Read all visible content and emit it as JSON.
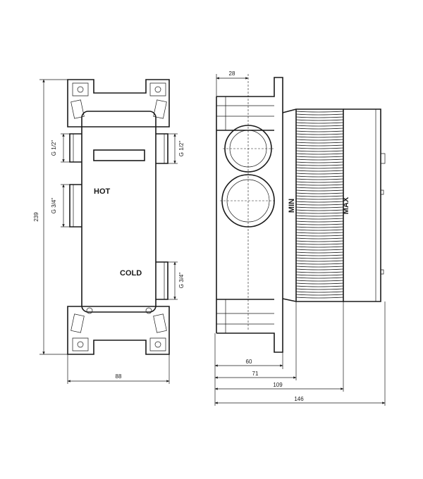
{
  "front_view": {
    "label_hot": "HOT",
    "label_cold": "COLD",
    "port_left_top": "G 1/2\"",
    "port_left_bottom": "G 3/4\"",
    "port_right_top": "G 1/2\"",
    "port_right_bottom": "G 3/4\"",
    "dim_height": "239",
    "dim_width": "88"
  },
  "side_view": {
    "dim_top": "28",
    "label_min": "MIN",
    "label_max": "MAX",
    "dim_60": "60",
    "dim_71": "71",
    "dim_109": "109",
    "dim_146": "146"
  }
}
